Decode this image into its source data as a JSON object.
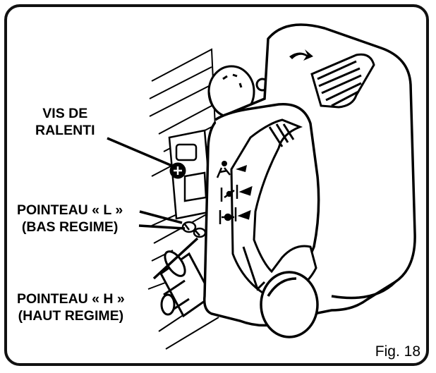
{
  "labels": {
    "idle_screw": [
      "VIS DE",
      "RALENTI"
    ],
    "needle_low": [
      "POINTEAU « L »",
      "(BAS REGIME)"
    ],
    "needle_high": [
      "POINTEAU « H »",
      "(HAUT REGIME)"
    ]
  },
  "figure_caption": "Fig. 18",
  "colors": {
    "ink": "#000000",
    "background": "#ffffff"
  },
  "icons": [
    "start-run-icon",
    "half-choke-icon",
    "full-choke-icon",
    "screwdriver-arrow-icon"
  ]
}
